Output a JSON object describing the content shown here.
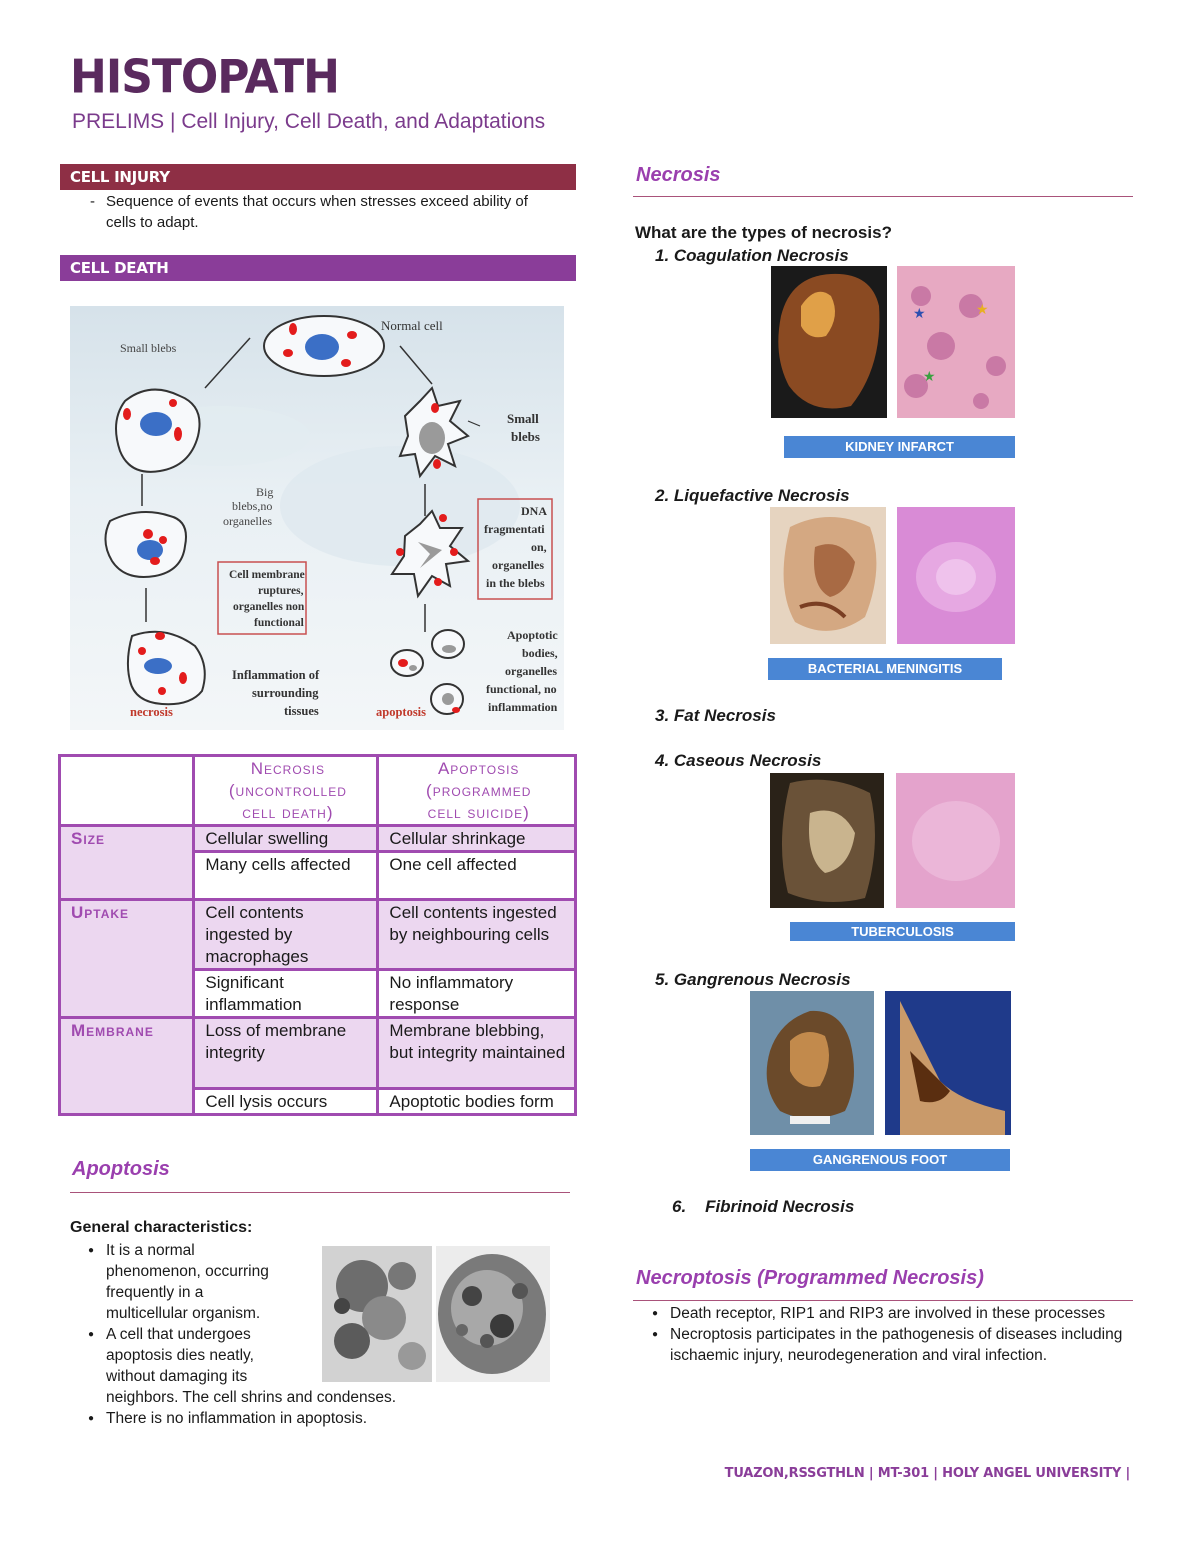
{
  "header": {
    "title": "HISTOPATH",
    "subtitle": "PRELIMS | Cell Injury, Cell Death, and Adaptations"
  },
  "cell_injury": {
    "heading": "CELL INJURY",
    "dash": "-",
    "text": "Sequence of events that occurs when stresses exceed ability of cells to adapt."
  },
  "cell_death": {
    "heading": "CELL DEATH",
    "diagram": {
      "normal_cell": "Normal cell",
      "small_blebs_left": "Small blebs",
      "small_blebs_right_1": "Small",
      "small_blebs_right_2": "blebs",
      "big_blebs_1": "Big",
      "big_blebs_2": "blebs,no",
      "big_blebs_3": "organelles",
      "dna_1": "DNA",
      "dna_2": "fragmentati",
      "dna_3": "on,",
      "dna_4": "organelles",
      "dna_5": "in the blebs",
      "membrane_1": "Cell membrane",
      "membrane_2": "ruptures,",
      "membrane_3": "organelles non",
      "membrane_4": "functional",
      "inflam_1": "Inflammation of",
      "inflam_2": "surrounding",
      "inflam_3": "tissues",
      "bodies_1": "Apoptotic",
      "bodies_2": "bodies,",
      "bodies_3": "organelles",
      "bodies_4": "functional, no",
      "bodies_5": "inflammation",
      "necrosis_label": "necrosis",
      "apoptosis_label": "apoptosis"
    }
  },
  "table": {
    "head_necrosis": [
      "Necrosis",
      "(uncontrolled",
      "cell death)"
    ],
    "head_apoptosis": [
      "Apoptosis",
      "(programmed",
      "cell suicide)"
    ],
    "rows": [
      {
        "label": "Size",
        "necrosis": "Cellular swelling",
        "apoptosis": "Cellular shrinkage"
      },
      {
        "label": "",
        "necrosis": "Many cells affected",
        "apoptosis": "One cell affected"
      },
      {
        "label": "Uptake",
        "necrosis": "Cell contents ingested by macrophages",
        "apoptosis": "Cell contents ingested by neighbouring cells"
      },
      {
        "label": "",
        "necrosis": "Significant inflammation",
        "apoptosis": "No inflammatory response"
      },
      {
        "label": "Membrane",
        "necrosis": "Loss of membrane integrity",
        "apoptosis": "Membrane blebbing, but integrity maintained"
      },
      {
        "label": "",
        "necrosis": "Cell lysis occurs",
        "apoptosis": "Apoptotic bodies form"
      }
    ]
  },
  "apoptosis": {
    "heading": "Apoptosis",
    "general": "General characteristics:",
    "b1_lines": [
      "It is a normal",
      "phenomenon, occurring",
      "frequently in a",
      "multicellular organism."
    ],
    "b2_lines": [
      "A cell that undergoes",
      "apoptosis dies neatly,",
      "without damaging its",
      "neighbors. The cell shrins and condenses."
    ],
    "b3": "There is no inflammation in apoptosis."
  },
  "necrosis": {
    "heading": "Necrosis",
    "question": "What are the types of necrosis?",
    "types": [
      "1. Coagulation Necrosis",
      "2. Liquefactive Necrosis",
      "3. Fat Necrosis",
      "4. Caseous Necrosis",
      "5. Gangrenous Necrosis",
      "6.    Fibrinoid Necrosis"
    ],
    "captions": {
      "kidney": "KIDNEY INFARCT",
      "meningitis": "BACTERIAL MENINGITIS",
      "tb": "TUBERCULOSIS",
      "foot": "GANGRENOUS FOOT"
    }
  },
  "necroptosis": {
    "heading": "Necroptosis (Programmed Necrosis)",
    "b1": "Death receptor, RIP1 and RIP3 are involved in these processes",
    "b2": "Necroptosis participates in the pathogenesis of diseases including ischaemic injury, neurodegeneration and viral infection."
  },
  "footer": "TUAZON,RSSGTHLN | MT-301 | HOLY ANGEL UNIVERSITY   |",
  "colors": {
    "title": "#5a2a5e",
    "injury_bar": "#8e2f45",
    "death_bar": "#8a3d99",
    "table_border": "#a04bb0",
    "table_shade": "#ecd7f0",
    "caption_blue": "#4a86d4"
  }
}
